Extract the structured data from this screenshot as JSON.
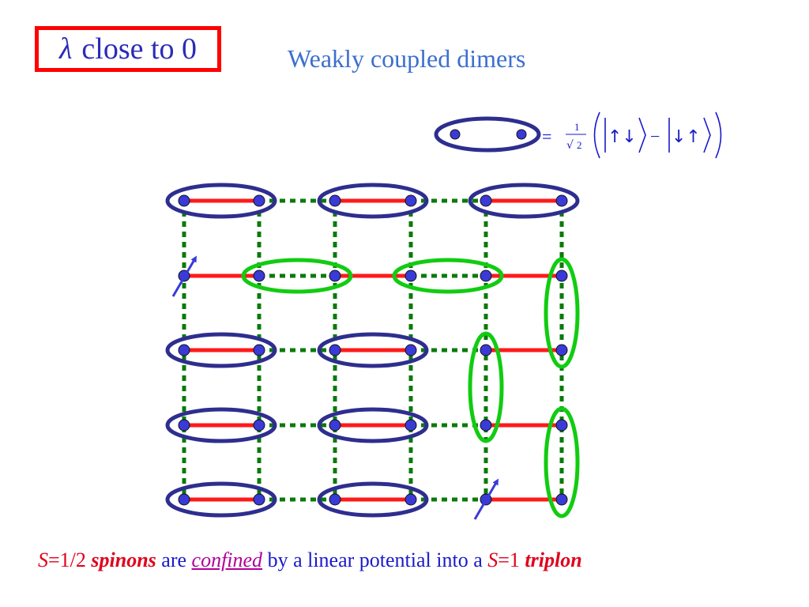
{
  "header": {
    "lambda_symbol": "λ",
    "lambda_text": "close to 0",
    "title": "Weakly coupled dimers"
  },
  "legend": {
    "equals": "=",
    "numerator": "1",
    "denominator": "2",
    "sqrt_symbol": "√",
    "ket1": "↑↓",
    "minus": "−",
    "ket2": "↓↑"
  },
  "caption": {
    "s1": "S",
    "s1_value": "=1/2",
    "spinons": "spinons",
    "are": "are",
    "confined": "confined",
    "middle": "by a linear potential into a",
    "s2": "S",
    "s2_value": "=1",
    "triplon": "triplon"
  },
  "colors": {
    "dimer_ellipse": "#2e2e8f",
    "triplon_ellipse": "#11cc11",
    "strong_bond": "#ff1a1a",
    "weak_bond": "#0a7a0a",
    "site": "#3a3ad8",
    "arrow": "#3a3ad8"
  },
  "icons": {
    "spin_up_arrow": "arrow-icon"
  }
}
